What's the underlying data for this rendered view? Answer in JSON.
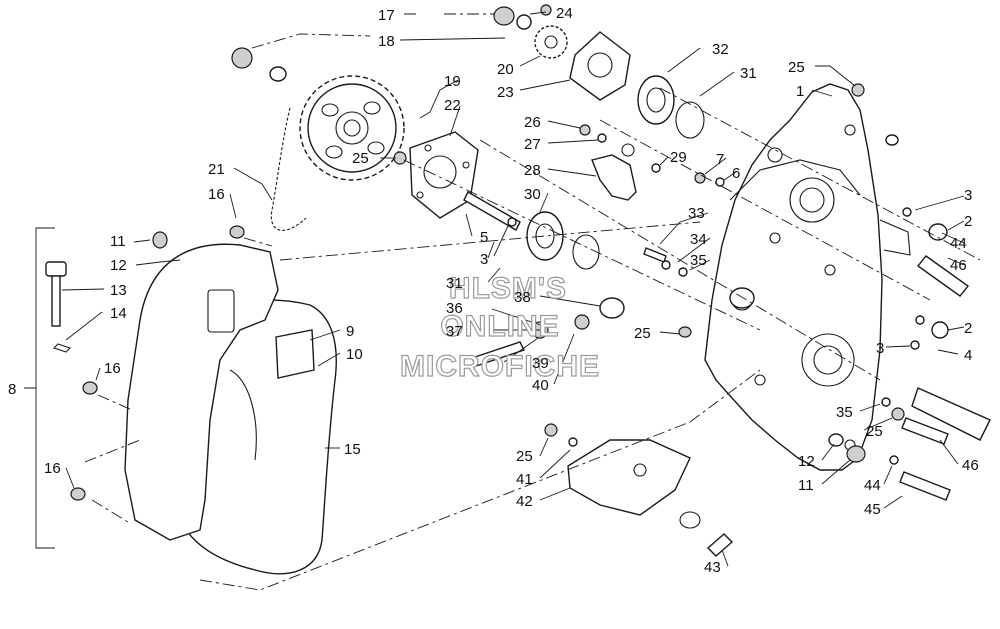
{
  "watermark": {
    "lines": [
      "HLSM'S",
      "ONLINE",
      "MICROFICHE"
    ]
  },
  "callouts": [
    {
      "id": "17",
      "label": "17"
    },
    {
      "id": "24",
      "label": "24"
    },
    {
      "id": "18",
      "label": "18"
    },
    {
      "id": "20",
      "label": "20"
    },
    {
      "id": "32",
      "label": "32"
    },
    {
      "id": "25a",
      "label": "25"
    },
    {
      "id": "1",
      "label": "1"
    },
    {
      "id": "31a",
      "label": "31"
    },
    {
      "id": "23",
      "label": "23"
    },
    {
      "id": "19",
      "label": "19"
    },
    {
      "id": "22",
      "label": "22"
    },
    {
      "id": "26",
      "label": "26"
    },
    {
      "id": "27",
      "label": "27"
    },
    {
      "id": "28",
      "label": "28"
    },
    {
      "id": "29",
      "label": "29"
    },
    {
      "id": "7",
      "label": "7"
    },
    {
      "id": "6",
      "label": "6"
    },
    {
      "id": "21",
      "label": "21"
    },
    {
      "id": "25b",
      "label": "25"
    },
    {
      "id": "30",
      "label": "30"
    },
    {
      "id": "3a",
      "label": "3"
    },
    {
      "id": "16a",
      "label": "16"
    },
    {
      "id": "2a",
      "label": "2"
    },
    {
      "id": "33",
      "label": "33"
    },
    {
      "id": "44a",
      "label": "44"
    },
    {
      "id": "11a",
      "label": "11"
    },
    {
      "id": "5",
      "label": "5"
    },
    {
      "id": "34",
      "label": "34"
    },
    {
      "id": "12a",
      "label": "12"
    },
    {
      "id": "3b",
      "label": "3"
    },
    {
      "id": "35a",
      "label": "35"
    },
    {
      "id": "46a",
      "label": "46"
    },
    {
      "id": "13",
      "label": "13"
    },
    {
      "id": "31b",
      "label": "31"
    },
    {
      "id": "38",
      "label": "38"
    },
    {
      "id": "14",
      "label": "14"
    },
    {
      "id": "36",
      "label": "36"
    },
    {
      "id": "9",
      "label": "9"
    },
    {
      "id": "2b",
      "label": "2"
    },
    {
      "id": "37",
      "label": "37"
    },
    {
      "id": "25c",
      "label": "25"
    },
    {
      "id": "3c",
      "label": "3"
    },
    {
      "id": "4",
      "label": "4"
    },
    {
      "id": "10",
      "label": "10"
    },
    {
      "id": "8",
      "label": "8"
    },
    {
      "id": "39",
      "label": "39"
    },
    {
      "id": "16b",
      "label": "16"
    },
    {
      "id": "40",
      "label": "40"
    },
    {
      "id": "35b",
      "label": "35"
    },
    {
      "id": "25d",
      "label": "25"
    },
    {
      "id": "15",
      "label": "15"
    },
    {
      "id": "25e",
      "label": "25"
    },
    {
      "id": "12b",
      "label": "12"
    },
    {
      "id": "46b",
      "label": "46"
    },
    {
      "id": "16c",
      "label": "16"
    },
    {
      "id": "41",
      "label": "41"
    },
    {
      "id": "11b",
      "label": "11"
    },
    {
      "id": "44b",
      "label": "44"
    },
    {
      "id": "42",
      "label": "42"
    },
    {
      "id": "45",
      "label": "45"
    },
    {
      "id": "43",
      "label": "43"
    }
  ]
}
